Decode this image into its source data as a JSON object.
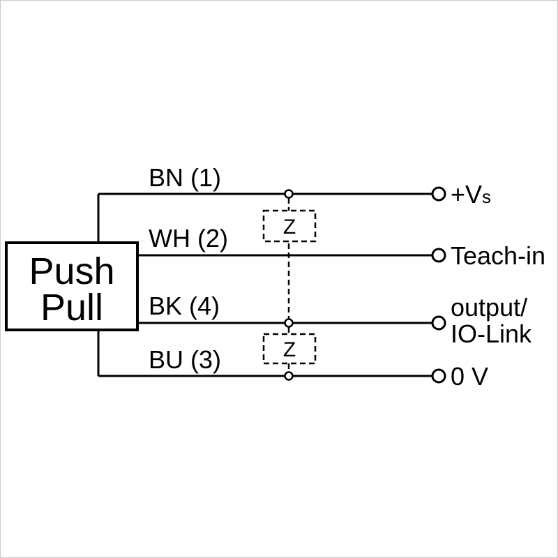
{
  "device": {
    "label_line1": "Push",
    "label_line2": "Pull"
  },
  "wires": [
    {
      "label": "BN (1)",
      "terminal": "+V",
      "terminal_subscript": "s"
    },
    {
      "label": "WH (2)",
      "terminal": "Teach-in"
    },
    {
      "label": "BK (4)",
      "terminal_line1": "output/",
      "terminal_line2": "IO-Link"
    },
    {
      "label": "BU (3)",
      "terminal": "0 V"
    }
  ],
  "impedance": {
    "symbol_top": "Z",
    "symbol_bottom": "Z"
  },
  "colors": {
    "line": "#000000",
    "background": "#ffffff",
    "frame_border": "#c9c9c9"
  }
}
